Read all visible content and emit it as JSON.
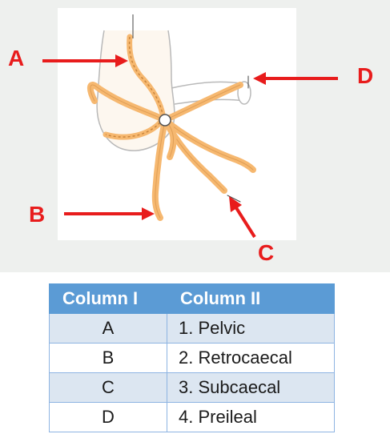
{
  "labels": {
    "a": "A",
    "b": "B",
    "c": "C",
    "d": "D"
  },
  "table": {
    "headers": [
      "Column I",
      "Column II"
    ],
    "rows": [
      {
        "col1": "A",
        "col2": "1. Pelvic"
      },
      {
        "col1": "B",
        "col2": "2. Retrocaecal"
      },
      {
        "col1": "C",
        "col2": "3. Subcaecal"
      },
      {
        "col1": "D",
        "col2": "4. Preileal"
      }
    ]
  },
  "colors": {
    "arrow": "#e81c1c",
    "appendix": "#f6b870",
    "header": "#5b9bd5",
    "row_band": "#dce6f1"
  }
}
